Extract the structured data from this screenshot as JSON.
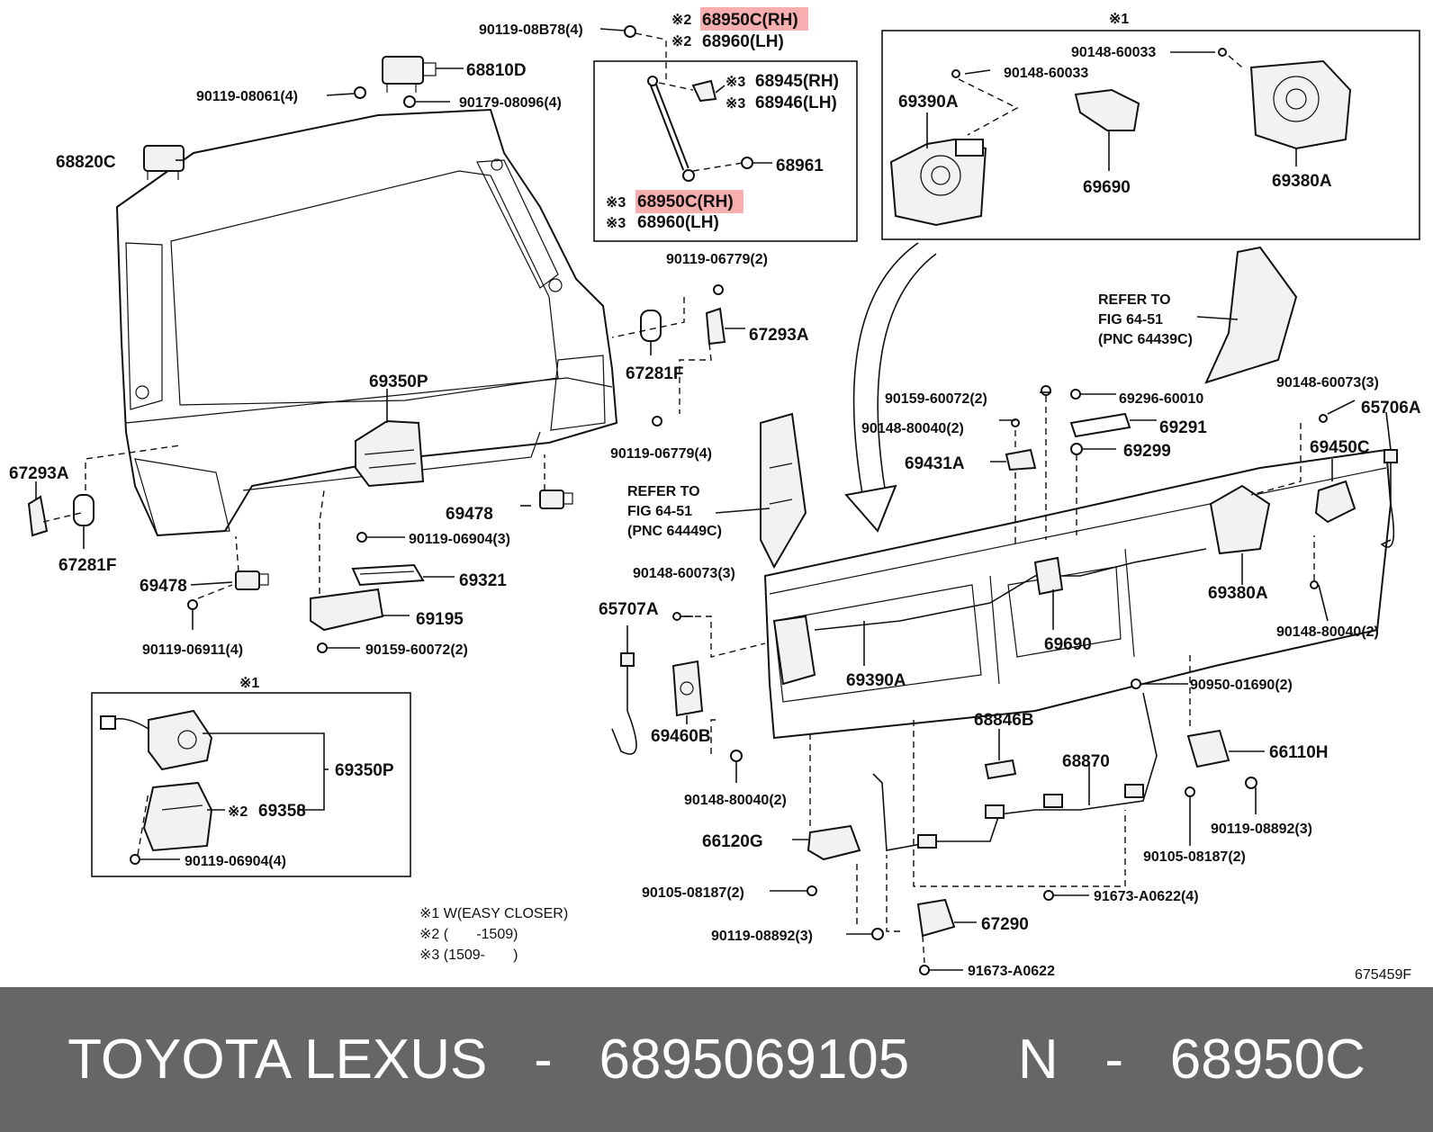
{
  "diagram": {
    "figure_code": "675459F",
    "callouts": {
      "c_90119_08B78": "90119-08B78(4)",
      "c_68950C_rh_top": "68950C(RH)",
      "c_68960_lh_top": "68960(LH)",
      "c_68810D": "68810D",
      "c_90119_08061": "90119-08061(4)",
      "c_90179_08096": "90179-08096(4)",
      "c_68820C": "68820C",
      "c_68945": "68945(RH)",
      "c_68946": "68946(LH)",
      "c_68961": "68961",
      "c_68950C_rh_box": "68950C(RH)",
      "c_68960_lh_box": "68960(LH)",
      "c_90148_60033_a": "90148-60033",
      "c_90148_60033_b": "90148-60033",
      "c_69390A_top": "69390A",
      "c_69690_top": "69690",
      "c_69380A_top": "69380A",
      "c_90119_06779_2": "90119-06779(2)",
      "c_67293A_r": "67293A",
      "c_67281F_r": "67281F",
      "c_90119_06779_4": "90119-06779(4)",
      "c_69350P_main": "69350P",
      "c_refer_to_1": "REFER TO",
      "c_fig_1": "FIG 64-51",
      "c_pnc_1": "(PNC 64439C)",
      "c_90159_60072_2a": "90159-60072(2)",
      "c_69296_60010": "69296-60010",
      "c_90148_80040_2a": "90148-80040(2)",
      "c_69291": "69291",
      "c_69299": "69299",
      "c_69431A": "69431A",
      "c_90148_60073_3a": "90148-60073(3)",
      "c_65706A": "65706A",
      "c_69450C": "69450C",
      "c_67293A_l": "67293A",
      "c_67281F_l": "67281F",
      "c_69478_r": "69478",
      "c_90119_06904_3": "90119-06904(3)",
      "c_refer_to_2": "REFER TO",
      "c_fig_2": "FIG 64-51",
      "c_pnc_2": "(PNC 64449C)",
      "c_69478_l": "69478",
      "c_69321": "69321",
      "c_69195": "69195",
      "c_90119_06911_4": "90119-06911(4)",
      "c_90159_60072_2b": "90159-60072(2)",
      "c_90148_60073_3b": "90148-60073(3)",
      "c_65707A": "65707A",
      "c_69380A_main": "69380A",
      "c_90148_80040_2b": "90148-80040(2)",
      "c_69690_main": "69690",
      "c_69390A_main": "69390A",
      "c_90950_01690_2": "90950-01690(2)",
      "c_69460B": "69460B",
      "c_68846B": "68846B",
      "c_68870": "68870",
      "c_66110H": "66110H",
      "c_90148_80040_2c": "90148-80040(2)",
      "c_66120G": "66120G",
      "c_90119_08892_3a": "90119-08892(3)",
      "c_90105_08187_2a": "90105-08187(2)",
      "c_90105_08187_2b": "90105-08187(2)",
      "c_91673_A0622_4": "91673-A0622(4)",
      "c_67290": "67290",
      "c_90119_08892_3b": "90119-08892(3)",
      "c_91673_A0622": "91673-A0622",
      "c_69350P_inset": "69350P",
      "c_69358": "69358",
      "c_90119_06904_4": "90119-06904(4)"
    },
    "marks": {
      "m1": "※1",
      "m2": "※2",
      "m3": "※3"
    },
    "legend": {
      "line1": "※1 W(EASY CLOSER)",
      "line2": "※2 (       -1509)",
      "line3": "※3 (1509-       )"
    },
    "highlight_color": "#f4a0a0"
  },
  "footer": {
    "brand": "TOYOTA LEXUS",
    "separator1": "-",
    "part_number": "6895069105",
    "mode": "N",
    "separator2": "-",
    "pnc": "68950C",
    "background_color": "#666666",
    "text_color": "#ffffff"
  }
}
